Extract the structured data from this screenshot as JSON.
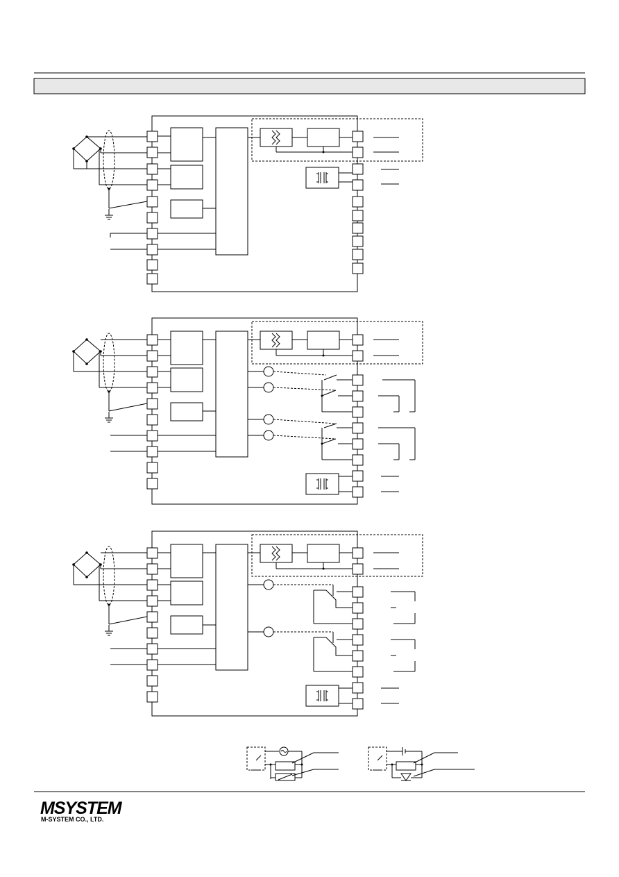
{
  "header": {
    "section_title": ""
  },
  "footer": {
    "logo_text": "MSYSTEM",
    "company_name": "M-SYSTEM CO., LTD."
  },
  "diagrams": [
    {
      "name": "connection-diagram-1"
    },
    {
      "name": "connection-diagram-2"
    },
    {
      "name": "connection-diagram-3"
    }
  ],
  "colors": {
    "line": "#000000",
    "header_band": "#e8e8e8"
  }
}
